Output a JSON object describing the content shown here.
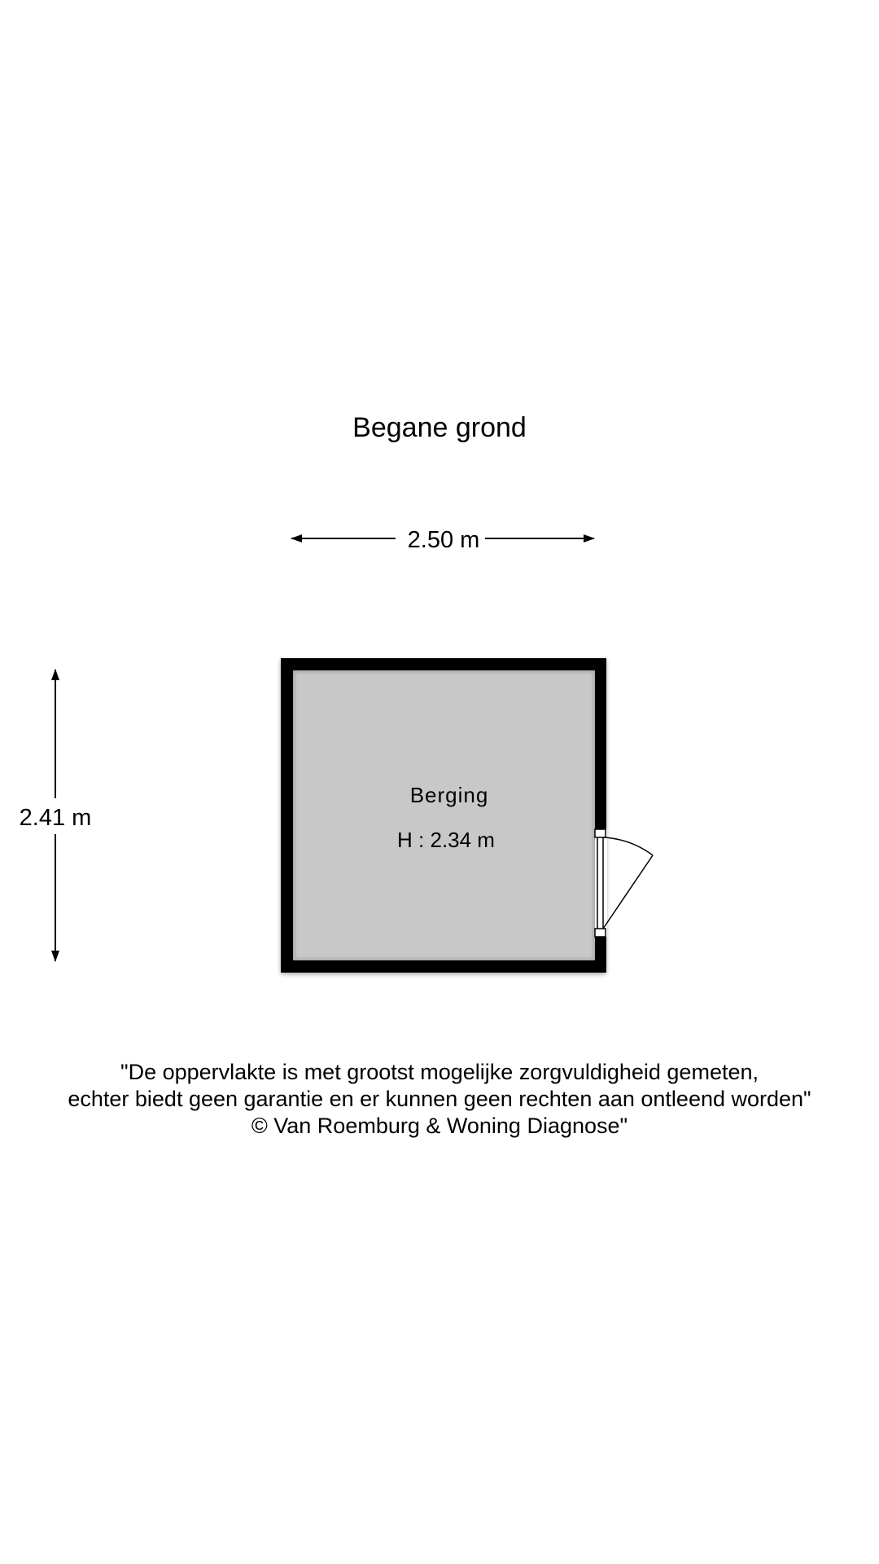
{
  "floor": {
    "title": "Begane grond"
  },
  "dimensions": {
    "width_label": "2.50 m",
    "depth_label": "2.41 m"
  },
  "room": {
    "name": "Berging",
    "height_label": "H : 2.34 m"
  },
  "colors": {
    "wall": "#000000",
    "floor": "#c8c8c8",
    "background": "#ffffff"
  },
  "disclaimer": {
    "line1": "\"De oppervlakte is met grootst mogelijke zorgvuldigheid gemeten,",
    "line2": "echter biedt geen garantie en er kunnen geen rechten aan ontleend worden\"",
    "line3": "© Van Roemburg & Woning Diagnose\""
  }
}
